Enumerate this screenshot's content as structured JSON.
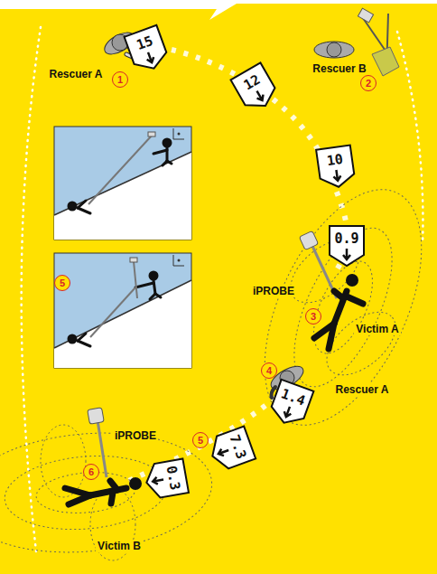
{
  "diagram": {
    "nodes": [
      {
        "text": [
          "15"
        ]
      },
      {
        "text": [
          "12"
        ]
      },
      {
        "text": [
          "10"
        ]
      },
      {
        "text": [
          "0.9"
        ]
      },
      {
        "text": [
          "1.4"
        ]
      },
      {
        "text": [
          "7.3"
        ]
      },
      {
        "text": [
          "0.3"
        ]
      }
    ],
    "labels": [
      "Rescuer A",
      "1",
      "Rescuer B",
      "2",
      "5",
      "iPROBE",
      "3",
      "Victim A",
      "4",
      "Rescuer A",
      "5",
      "iPROBE",
      "6",
      "Victim B"
    ]
  }
}
